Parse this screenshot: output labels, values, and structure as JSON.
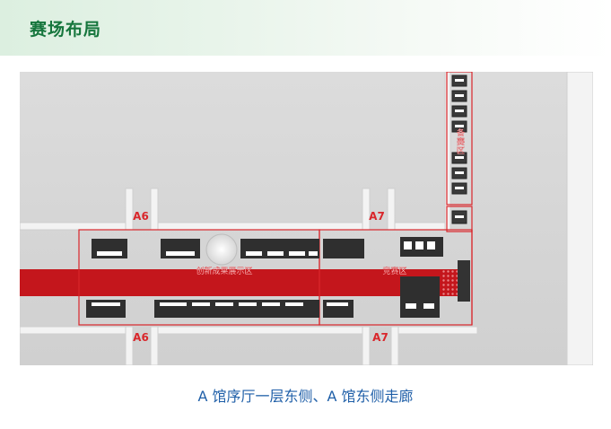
{
  "section": {
    "title": "赛场布局"
  },
  "floorplan": {
    "labels": {
      "a6_top": "A6",
      "a7_top": "A7",
      "a6_bottom": "A6",
      "a7_bottom": "A7",
      "innovation_zone": "创新成果展示区",
      "competition_zone": "竞赛区",
      "standby_zone": "备赛区"
    },
    "colors": {
      "carpet": "#c4161c",
      "outline": "#d9262b",
      "wall": "#f2f2f2",
      "floor": "#d8d8d8"
    }
  },
  "caption": "A 馆序厅一层东侧、A 馆东侧走廊"
}
